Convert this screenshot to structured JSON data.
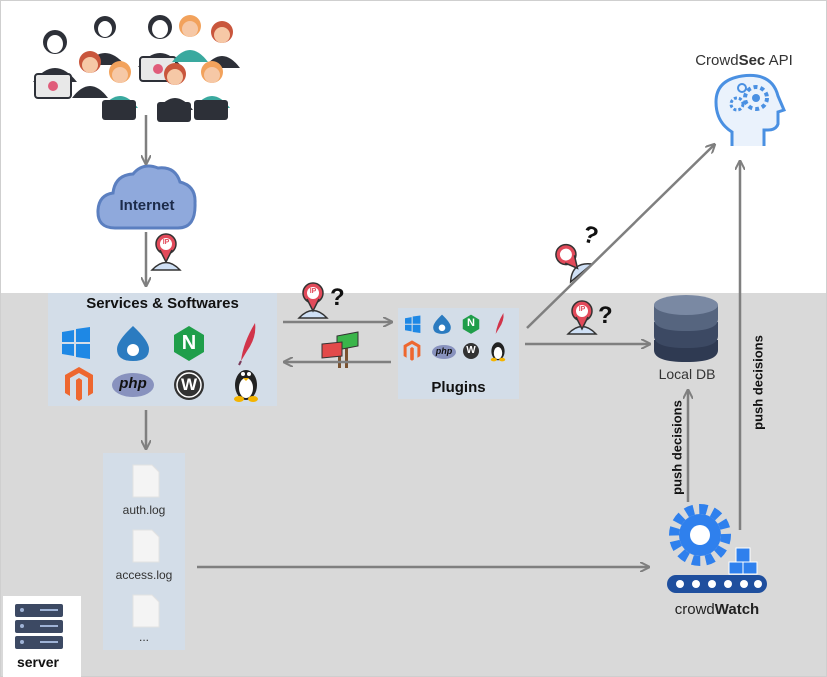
{
  "internet": {
    "label": "Internet"
  },
  "services": {
    "title": "Services & Softwares",
    "icons": [
      "windows-icon",
      "drupal-icon",
      "nginx-icon",
      "apache-feather-icon",
      "magento-icon",
      "php-icon",
      "wordpress-icon",
      "linux-tux-icon"
    ],
    "php_text": "php",
    "nginx_text": "N",
    "wordpress_text": "W"
  },
  "plugins": {
    "label": "Plugins"
  },
  "logs": {
    "files": [
      "auth.log",
      "access.log",
      "..."
    ]
  },
  "local_db": {
    "label": "Local DB"
  },
  "crowdsec_api": {
    "prefix": "Crowd",
    "bold": "Sec",
    "suffix": " API"
  },
  "crowdwatch": {
    "prefix": "crowd",
    "bold": "Watch"
  },
  "server": {
    "label": "server"
  },
  "edges": {
    "push_decisions_1": "push decisions",
    "push_decisions_2": "push decisions"
  },
  "marks": {
    "question": "?",
    "ip": "IP"
  },
  "colors": {
    "server_zone": "#d9d9d9",
    "panel": "#d3dde8",
    "arrow": "#7f7f7f",
    "internet_fill": "#8fa9dc",
    "internet_stroke": "#5b7fc0",
    "gear_blue": "#2f80ed",
    "db_dark": "#3c4963",
    "brain_blue": "#4a90e2"
  }
}
